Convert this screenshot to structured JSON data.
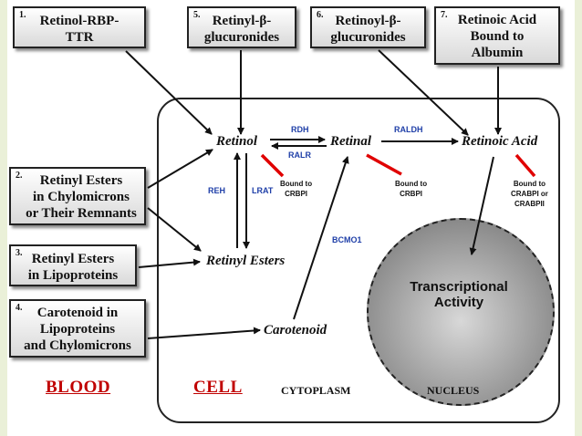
{
  "sources": [
    {
      "num": "1.",
      "lines": [
        "Retinol-RBP-",
        "TTR"
      ]
    },
    {
      "num": "5.",
      "lines": [
        "Retinyl-β-",
        "glucuronides"
      ]
    },
    {
      "num": "6.",
      "lines": [
        "Retinoyl-β-",
        "glucuronides"
      ]
    },
    {
      "num": "7.",
      "lines": [
        "Retinoic Acid",
        "Bound to",
        "Albumin"
      ]
    },
    {
      "num": "2.",
      "lines": [
        "Retinyl Esters",
        "in Chylomicrons",
        "or Their Remnants"
      ]
    },
    {
      "num": "3.",
      "lines": [
        "Retinyl Esters",
        "in Lipoproteins"
      ]
    },
    {
      "num": "4.",
      "lines": [
        "Carotenoid in",
        "Lipoproteins",
        "and Chylomicrons"
      ]
    }
  ],
  "molecules": {
    "retinol": "Retinol",
    "retinal": "Retinal",
    "retinoic_acid": "Retinoic Acid",
    "retinyl_esters": "Retinyl Esters",
    "carotenoid": "Carotenoid"
  },
  "enzymes": {
    "rdh": "RDH",
    "ralr": "RALR",
    "raldh": "RALDH",
    "reh": "REH",
    "lrat": "LRAT",
    "bcmo1": "BCMO1"
  },
  "binding": {
    "retinol": [
      "Bound to",
      "CRBPI"
    ],
    "retinal": [
      "Bound to",
      "CRBPI"
    ],
    "retinoic_acid": [
      "Bound to",
      "CRABPI or",
      "CRABPII"
    ]
  },
  "nucleus_label": [
    "Transcriptional",
    "Activity"
  ],
  "compartments": {
    "blood": "BLOOD",
    "cell": "CELL",
    "cytoplasm": "CYTOPLASM",
    "nucleus": "NUCLEUS"
  },
  "colors": {
    "enzyme_text": "#1f3fa8",
    "compartment_text": "#c00000",
    "binding_marker": "#e00000",
    "frame": "#eaf0d8"
  }
}
